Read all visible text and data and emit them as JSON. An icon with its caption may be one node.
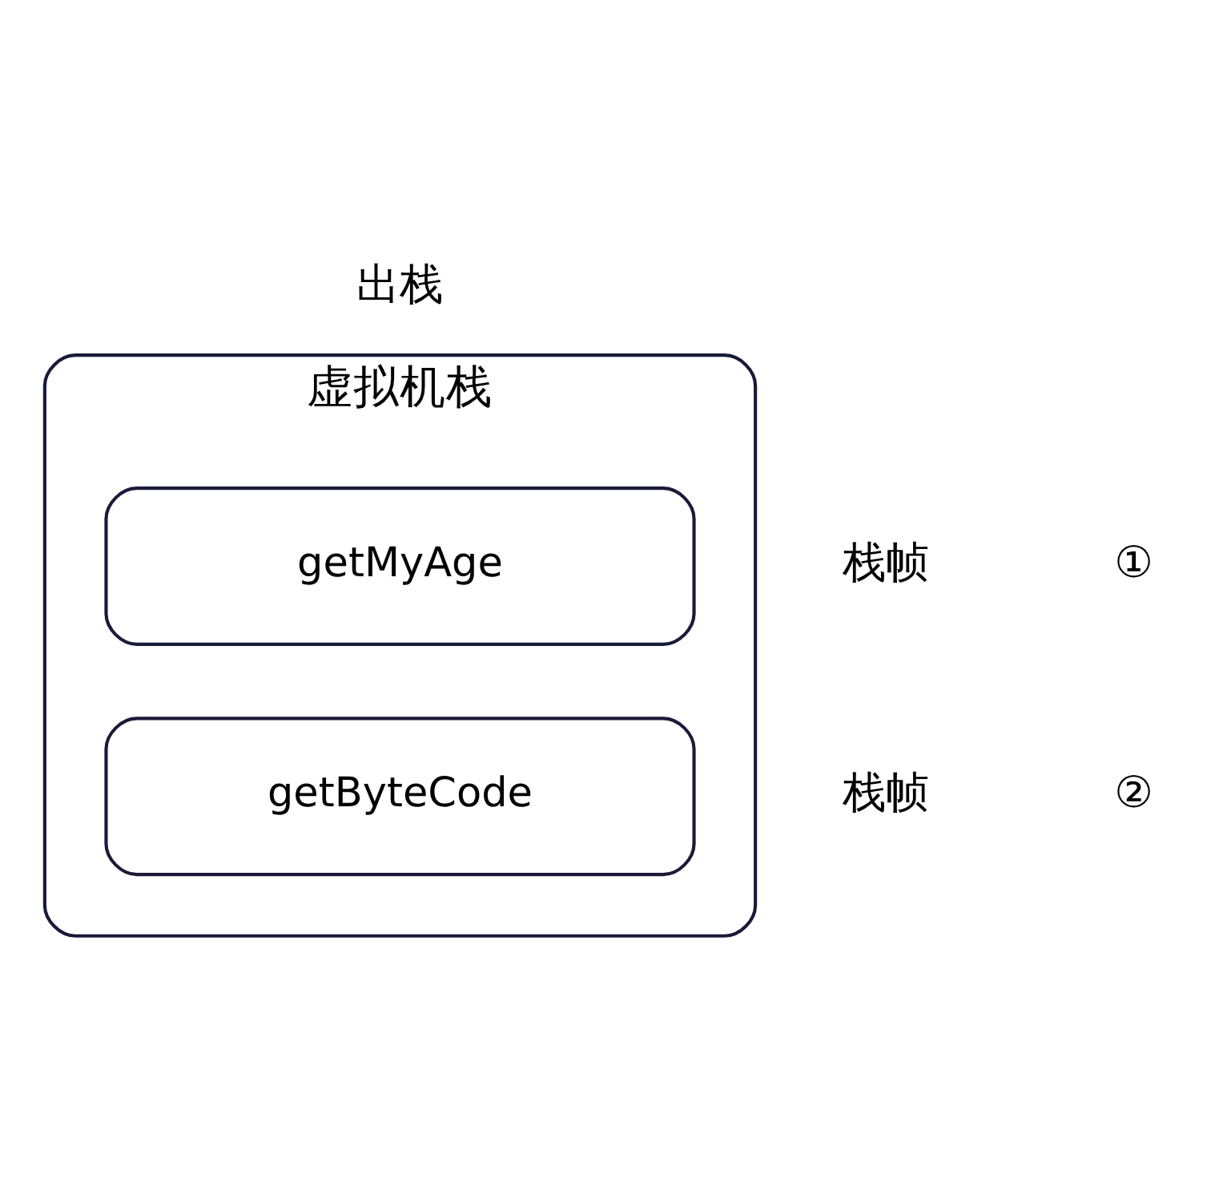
{
  "diagram": {
    "nodes": [
      {
        "text": [
          "虚拟机栈"
        ]
      },
      {
        "text": [
          "getMyAge"
        ],
        "in": 0
      },
      {
        "text": [
          "getByteCode"
        ],
        "in": 0
      }
    ],
    "labels": [
      "出栈",
      "栈帧",
      "①",
      "栈帧",
      "②"
    ]
  }
}
